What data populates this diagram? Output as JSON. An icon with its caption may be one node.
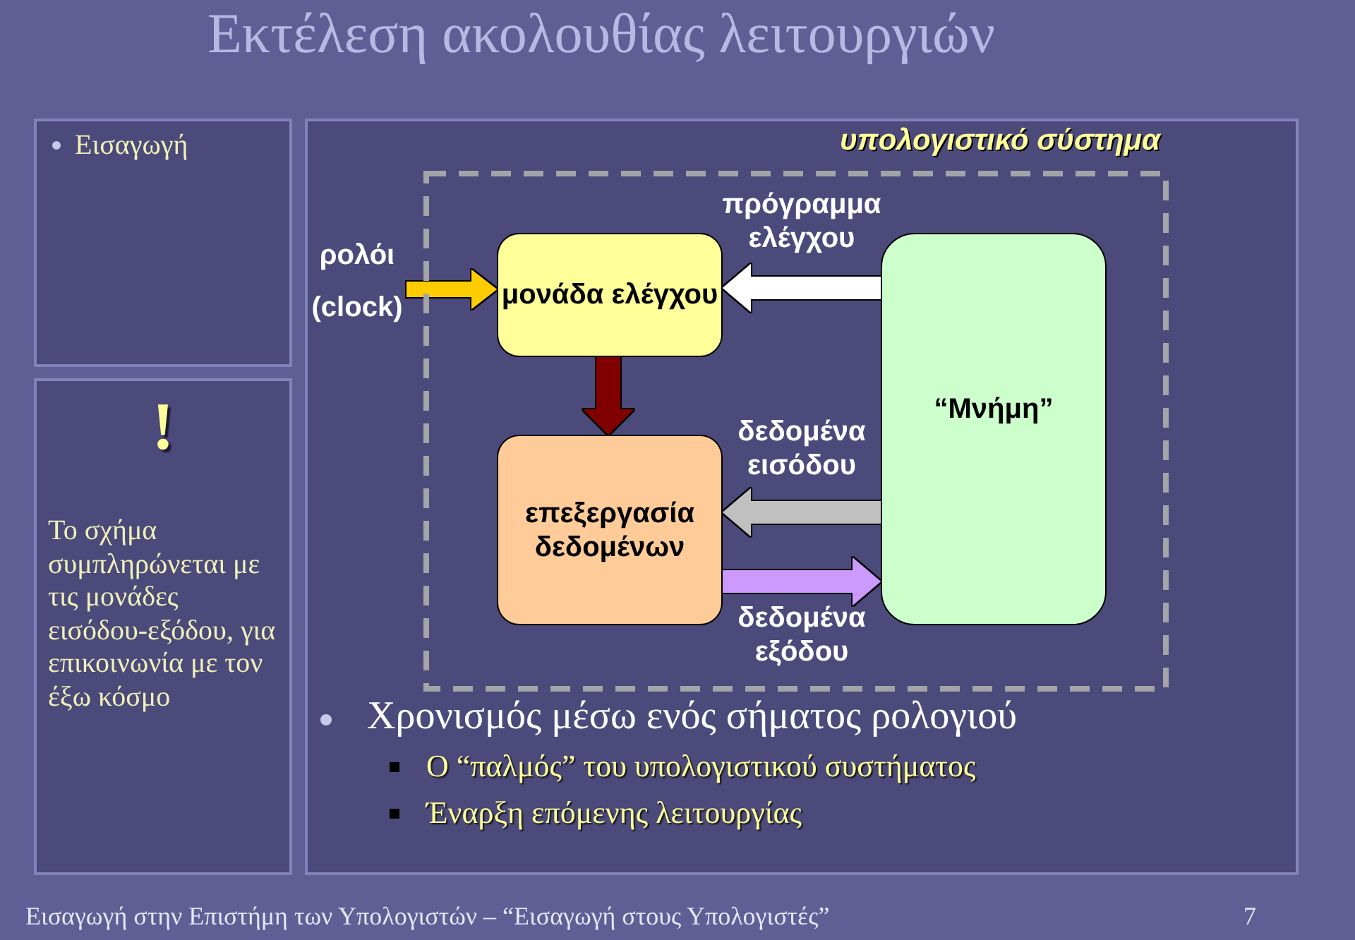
{
  "diagram": {
    "title": "Εκτέλεση ακολουθίας λειτουργιών",
    "nodes": [
      {
        "text": [
          "Εισαγωγή"
        ]
      },
      {
        "text": [
          "!",
          "Το σχήμα συμπληρώνεται με τις μονάδες εισόδου-εξόδου, για επικοινωνία με τον έξω κόσμο"
        ]
      },
      {
        "text": [
          "Χρονισμός μέσω ενός σήματος ρολογιού",
          "Ο “παλμός” του υπολογιστικού συστήματος",
          "Έναρξη επόμενης λειτουργίας"
        ]
      },
      {
        "text": [
          "υπολογιστικό σύστημα"
        ],
        "in": 2
      },
      {
        "text": [
          "ρολόι (clock)"
        ],
        "in": 2
      },
      {
        "text": [
          "μονάδα ελέγχου"
        ],
        "in": 3
      },
      {
        "text": [
          "“Μνήμη”"
        ],
        "in": 3
      },
      {
        "text": [
          "επεξεργασία δεδομένων"
        ],
        "in": 3
      }
    ],
    "edges": [
      {
        "from": 4,
        "to": 5,
        "arrow": "to",
        "color": "#ffcc00"
      },
      {
        "from": 6,
        "to": 5,
        "arrow": "to",
        "label": "πρόγραμμα ελέγχου",
        "color": "#ffffff"
      },
      {
        "from": 5,
        "to": 7,
        "arrow": "to",
        "color": "#800000"
      },
      {
        "from": 6,
        "to": 7,
        "arrow": "to",
        "label": "δεδομένα εισόδου",
        "color": "#c0c0c0"
      },
      {
        "from": 7,
        "to": 6,
        "arrow": "to",
        "label": "δεδομένα εξόδου",
        "color": "#cc99ff"
      }
    ],
    "labels": [
      "Εισαγωγή στην Επιστήμη των Υπολογιστών – “Εισαγωγή στους Υπολογιστές”",
      "7"
    ]
  }
}
